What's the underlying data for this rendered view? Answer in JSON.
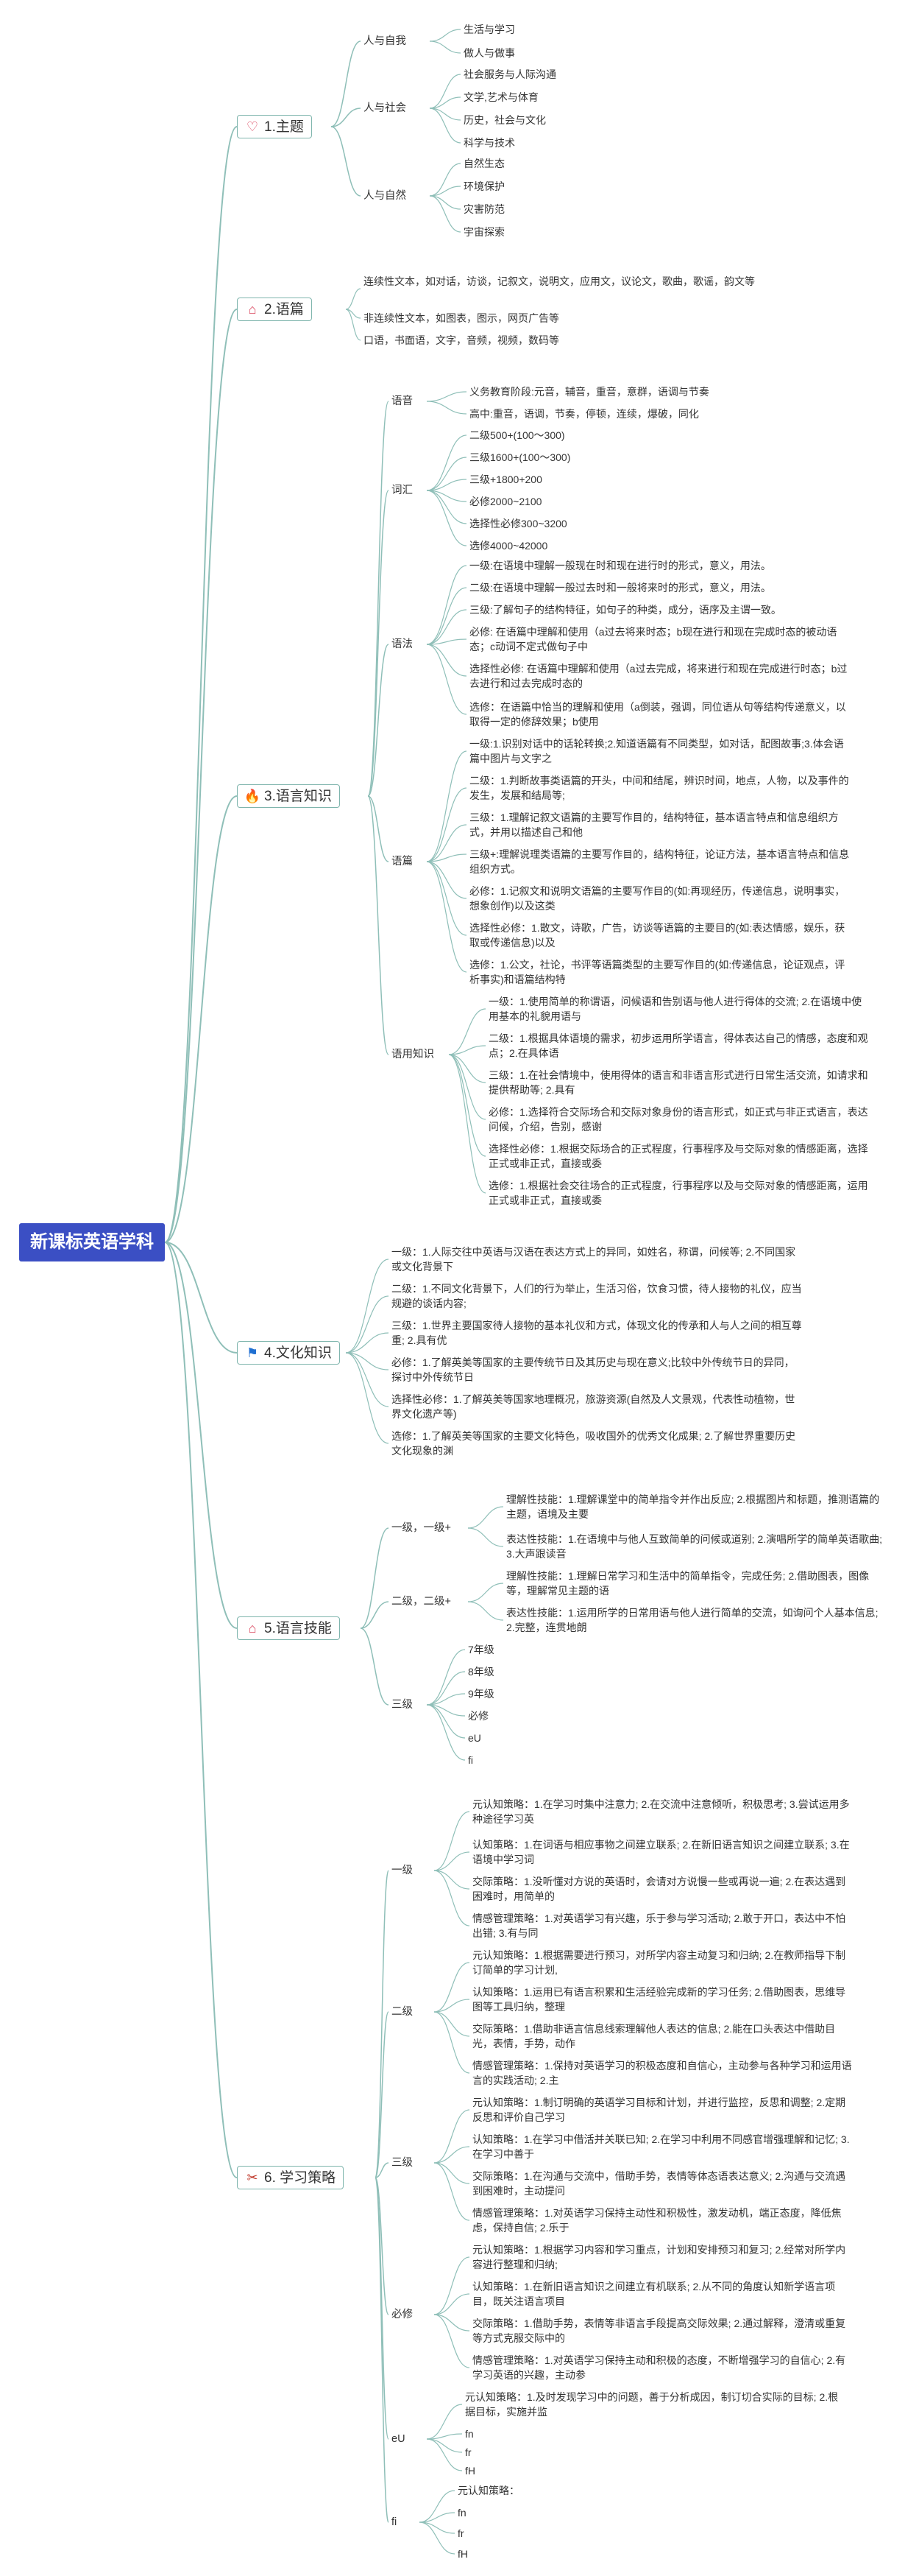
{
  "title": "新课标英语学科",
  "b1": {
    "label": "1.主题",
    "g1": {
      "label": "人与自我",
      "items": [
        "生活与学习",
        "做人与做事"
      ]
    },
    "g2": {
      "label": "人与社会",
      "items": [
        "社会服务与人际沟通",
        "文学,艺术与体育",
        "历史，社会与文化",
        "科学与技术"
      ]
    },
    "g3": {
      "label": "人与自然",
      "items": [
        "自然生态",
        "环境保护",
        "灾害防范",
        "宇宙探索"
      ]
    }
  },
  "b2": {
    "label": "2.语篇",
    "items": [
      "连续性文本，如对话，访谈，记叙文，说明文，应用文，议论文，歌曲，歌谣，韵文等",
      "非连续性文本，如图表，图示，网页广告等",
      "口语，书面语，文字，音频，视频，数码等"
    ]
  },
  "b3": {
    "label": "3.语言知识",
    "pron": {
      "label": "语音",
      "items": [
        "义务教育阶段:元音，辅音，重音，意群，语调与节奏",
        "高中:重音，语调，节奏，停顿，连续，爆破，同化"
      ]
    },
    "vocab": {
      "label": "词汇",
      "items": [
        "二级500+(100〜300)",
        "三级1600+(100〜300)",
        "三级+1800+200",
        "必修2000~2100",
        "选择性必修300~3200",
        "选修4000~42000"
      ]
    },
    "gram": {
      "label": "语法",
      "items": [
        "一级:在语境中理解一般现在时和现在进行时的形式，意义，用法。",
        "二级:在语境中理解一般过去时和一般将来时的形式，意义，用法。",
        "三级:了解句子的结构特征，如句子的种类，成分，语序及主谓一致。",
        "必修: 在语篇中理解和使用（a过去将来时态；b现在进行和现在完成时态的被动语态；c动词不定式做句子中",
        "选择性必修: 在语篇中理解和使用（a过去完成，将来进行和现在完成进行时态；b过去进行和过去完成时态的",
        "选修：在语篇中恰当的理解和使用（a倒装，强调，同位语从句等结构传递意义，以取得一定的修辞效果；b使用"
      ]
    },
    "disc": {
      "label": "语篇",
      "items": [
        "一级:1.识别对话中的话轮转换;2.知道语篇有不同类型，如对话，配图故事;3.体会语篇中图片与文字之",
        "二级：1.判断故事类语篇的开头，中间和结尾，辨识时间，地点，人物，以及事件的发生，发展和结局等;",
        "三级：1.理解记叙文语篇的主要写作目的，结构特征，基本语言特点和信息组织方式，并用以描述自己和他",
        "三级+:理解说理类语篇的主要写作目的，结构特征，论证方法，基本语言特点和信息组织方式。",
        "必修：1.记叙文和说明文语篇的主要写作目的(如:再现经历，传递信息，说明事实，想象创作)以及这类",
        "选择性必修：1.散文，诗歌，广告，访谈等语篇的主要目的(如:表达情感，娱乐，获取或传递信息)以及",
        "选修：1.公文，社论，书评等语篇类型的主要写作目的(如:传递信息，论证观点，评析事实)和语篇结构特"
      ]
    },
    "prag": {
      "label": "语用知识",
      "items": [
        "一级：1.使用简单的称谓语，问候语和告别语与他人进行得体的交流; 2.在语境中使用基本的礼貌用语与",
        "二级：1.根据具体语境的需求，初步运用所学语言，得体表达自己的情感，态度和观点；2.在具体语",
        "三级：1.在社会情境中，使用得体的语言和非语言形式进行日常生活交流，如请求和提供帮助等; 2.具有",
        "必修：1.选择符合交际场合和交际对象身份的语言形式，如正式与非正式语言，表达问候，介绍，告别，感谢",
        "选择性必修：1.根据交际场合的正式程度，行事程序及与交际对象的情感距离，选择正式或非正式，直接或委",
        "选修：1.根据社会交往场合的正式程度，行事程序以及与交际对象的情感距离，运用正式或非正式，直接或委"
      ]
    }
  },
  "b4": {
    "label": "4.文化知识",
    "items": [
      "一级：1.人际交往中英语与汉语在表达方式上的异同，如姓名，称谓，问候等; 2.不同国家或文化背景下",
      "二级：1.不同文化背景下，人们的行为举止，生活习俗，饮食习惯，待人接物的礼仪，应当规避的谈话内容;",
      "三级：1.世界主要国家待人接物的基本礼仪和方式，体现文化的传承和人与人之间的相互尊重; 2.具有优",
      "必修：1.了解英美等国家的主要传统节日及其历史与现在意义;比较中外传统节日的异同，探讨中外传统节日",
      "选择性必修：1.了解英美等国家地理概况，旅游资源(自然及人文景观，代表性动植物，世界文化遗产等)",
      "选修：1.了解英美等国家的主要文化特色，吸收国外的优秀文化成果; 2.了解世界重要历史文化现象的渊"
    ]
  },
  "b5": {
    "label": "5.语言技能",
    "g1": {
      "label": "一级，一级+",
      "items": [
        "理解性技能：1.理解课堂中的简单指令并作出反应; 2.根据图片和标题，推测语篇的主题，语境及主要",
        "表达性技能：1.在语境中与他人互致简单的问候或道别; 2.演唱所学的简单英语歌曲; 3.大声跟读音"
      ]
    },
    "g2": {
      "label": "二级，二级+",
      "items": [
        "理解性技能：1.理解日常学习和生活中的简单指令，完成任务; 2.借助图表，图像等，理解常见主题的语",
        "表达性技能：1.运用所学的日常用语与他人进行简单的交流，如询问个人基本信息; 2.完整，连贯地朗"
      ]
    },
    "g3": {
      "label": "三级",
      "items": [
        "7年级",
        "8年级",
        "9年级",
        "必修",
        "eU",
        "fi"
      ]
    }
  },
  "b6": {
    "label": "6. 学习策略",
    "g1": {
      "label": "一级",
      "items": [
        "元认知策略：1.在学习时集中注意力; 2.在交流中注意倾听，积极思考; 3.尝试运用多种途径学习英",
        "认知策略：1.在词语与相应事物之间建立联系; 2.在新旧语言知识之间建立联系; 3.在语境中学习词",
        "交际策略：1.没听懂对方说的英语时，会请对方说慢一些或再说一遍; 2.在表达遇到困难时，用简单的",
        "情感管理策略：1.对英语学习有兴趣，乐于参与学习活动; 2.敢于开口，表达中不怕出错; 3.有与同"
      ]
    },
    "g2": {
      "label": "二级",
      "items": [
        "元认知策略：1.根据需要进行预习，对所学内容主动复习和归纳; 2.在教师指导下制订简单的学习计划,",
        "认知策略：1.运用已有语言积累和生活经验完成新的学习任务; 2.借助图表，思维导图等工具归纳，整理",
        "交际策略：1.借助非语言信息线索理解他人表达的信息; 2.能在口头表达中借助目光，表情，手势，动作",
        "情感管理策略：1.保持对英语学习的积极态度和自信心，主动参与各种学习和运用语言的实践活动; 2.主"
      ]
    },
    "g3": {
      "label": "三级",
      "items": [
        "元认知策略：1.制订明确的英语学习目标和计划，并进行监控，反思和调整; 2.定期反思和评价自己学习",
        "认知策略：1.在学习中借活并关联已知; 2.在学习中利用不同感官增强理解和记忆; 3.在学习中善于",
        "交际策略：1.在沟通与交流中，借助手势，表情等体态语表达意义; 2.沟通与交流遇到困难时，主动提问",
        "情感管理策略：1.对英语学习保持主动性和积极性，激发动机，端正态度，降低焦虑，保持自信; 2.乐于"
      ]
    },
    "g4": {
      "label": "必修",
      "items": [
        "元认知策略：1.根据学习内容和学习重点，计划和安排预习和复习; 2.经常对所学内容进行整理和归纳;",
        "认知策略：1.在新旧语言知识之间建立有机联系; 2.从不同的角度认知新学语言项目，既关注语言项目",
        "交际策略：1.借助手势，表情等非语言手段提高交际效果; 2.通过解释，澄清或重复等方式克服交际中的",
        "情感管理策略：1.对英语学习保持主动和积极的态度，不断增强学习的自信心; 2.有学习英语的兴趣，主动参"
      ]
    },
    "g5": {
      "label": "eU",
      "items": [
        "元认知策略：1.及时发现学习中的问题，善于分析成因，制订切合实际的目标; 2.根据目标，实施并监",
        "fn",
        "fr",
        "fH"
      ]
    },
    "g6": {
      "label": "fi",
      "items": [
        "元认知策略：",
        "fn",
        "fr",
        "fH"
      ]
    }
  }
}
